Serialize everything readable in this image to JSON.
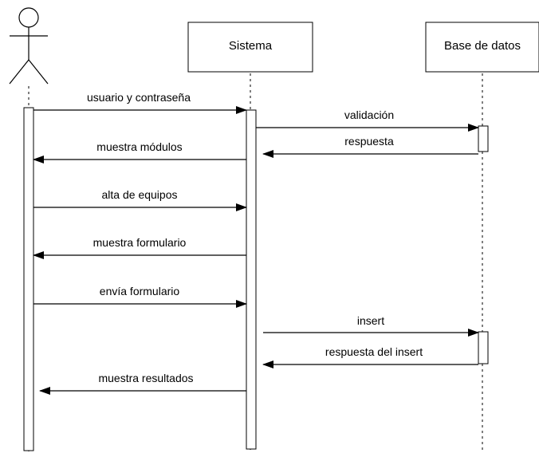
{
  "participants": [
    {
      "id": "actor",
      "label": ""
    },
    {
      "id": "sistema",
      "label": "Sistema"
    },
    {
      "id": "base_datos",
      "label": "Base de datos"
    }
  ],
  "messages": [
    {
      "from": "actor",
      "to": "sistema",
      "label": "usuario y contraseña"
    },
    {
      "from": "sistema",
      "to": "base_datos",
      "label": "validación"
    },
    {
      "from": "base_datos",
      "to": "sistema",
      "label": "respuesta"
    },
    {
      "from": "sistema",
      "to": "actor",
      "label": "muestra módulos"
    },
    {
      "from": "actor",
      "to": "sistema",
      "label": "alta de equipos"
    },
    {
      "from": "sistema",
      "to": "actor",
      "label": "muestra formulario"
    },
    {
      "from": "actor",
      "to": "sistema",
      "label": "envía formulario"
    },
    {
      "from": "sistema",
      "to": "base_datos",
      "label": "insert"
    },
    {
      "from": "base_datos",
      "to": "sistema",
      "label": "respuesta del insert"
    },
    {
      "from": "sistema",
      "to": "actor",
      "label": "muestra resultados"
    }
  ]
}
